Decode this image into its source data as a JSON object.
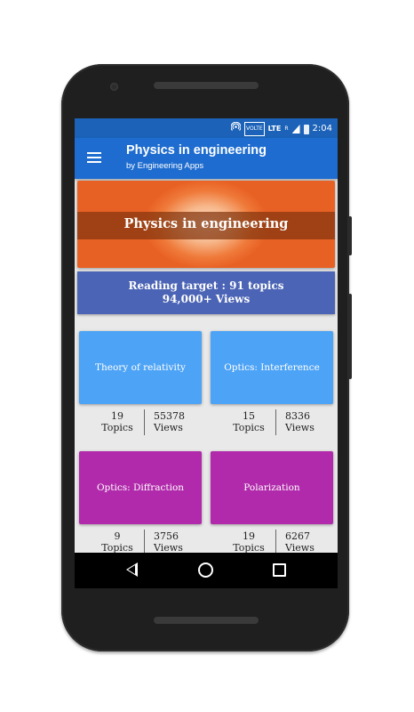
{
  "status_bar": {
    "volte": "VOLTE",
    "network": "LTE",
    "roaming": "R",
    "time": "2:04",
    "icons": [
      "hotspot-icon",
      "signal-icon",
      "battery-icon"
    ]
  },
  "app_bar": {
    "title": "Physics in engineering",
    "subtitle": "by Engineering Apps",
    "menu_icon": "hamburger-menu-icon"
  },
  "hero": {
    "title": "Physics in engineering"
  },
  "reading_target": {
    "line1": "Reading target :  91 topics",
    "line2": "94,000+ Views"
  },
  "cards": [
    {
      "title": "Theory of relativity",
      "topics_count": "19",
      "topics_label": "Topics",
      "views_count": "55378",
      "views_label": "Views",
      "color": "#4da3f5"
    },
    {
      "title": "Optics: Interference",
      "topics_count": "15",
      "topics_label": "Topics",
      "views_count": "8336",
      "views_label": "Views",
      "color": "#4da3f5"
    },
    {
      "title": "Optics: Diffraction",
      "topics_count": "9",
      "topics_label": "Topics",
      "views_count": "3756",
      "views_label": "Views",
      "color": "#b12aab"
    },
    {
      "title": "Polarization",
      "topics_count": "19",
      "topics_label": "Topics",
      "views_count": "6267",
      "views_label": "Views",
      "color": "#b12aab"
    }
  ],
  "colors": {
    "status_bar": "#1b62b8",
    "app_bar": "#1e6ccf",
    "hero_orange": "#e86124",
    "target_blue": "#4b64b5",
    "card_blue": "#4da3f5",
    "card_purple": "#b12aab"
  },
  "nav_bar": {
    "icons": [
      "back-icon",
      "home-icon",
      "recents-icon"
    ]
  }
}
